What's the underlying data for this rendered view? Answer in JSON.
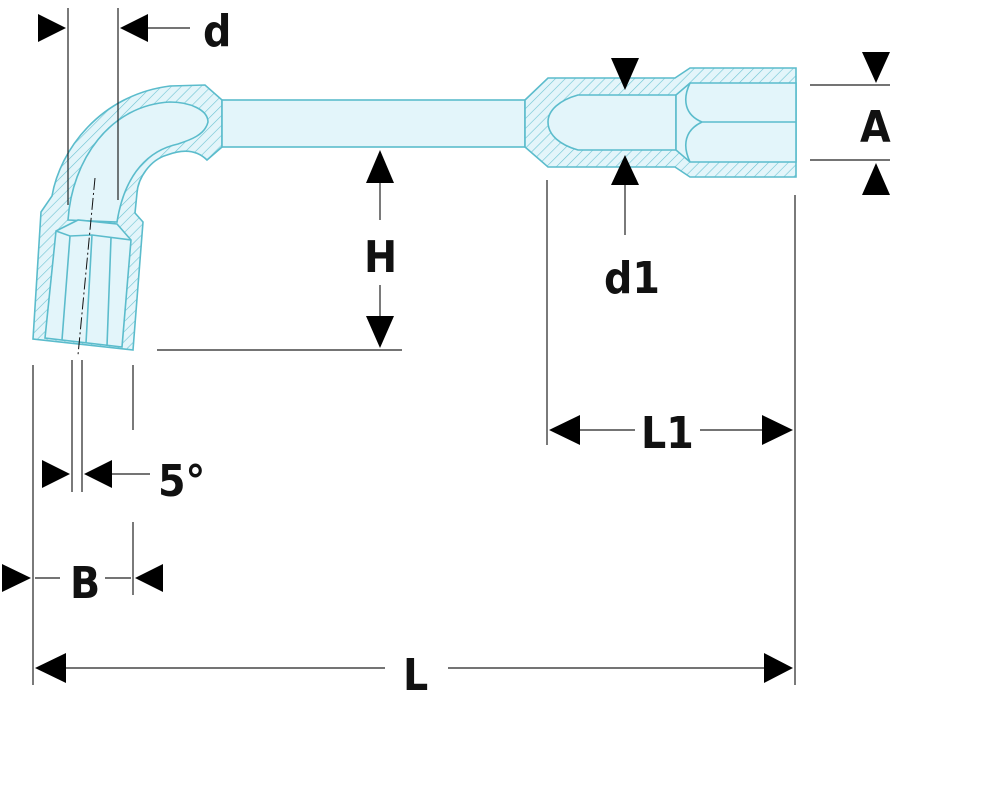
{
  "title": "Angled socket wrench dimension drawing",
  "labels": {
    "d": "d",
    "d1": "d1",
    "A": "A",
    "H": "H",
    "L1": "L1",
    "angle": "5°",
    "B": "B",
    "L": "L"
  },
  "colors": {
    "body_fill": "#e3f5fa",
    "outline": "#5bbccc",
    "arrows": "#000000"
  }
}
